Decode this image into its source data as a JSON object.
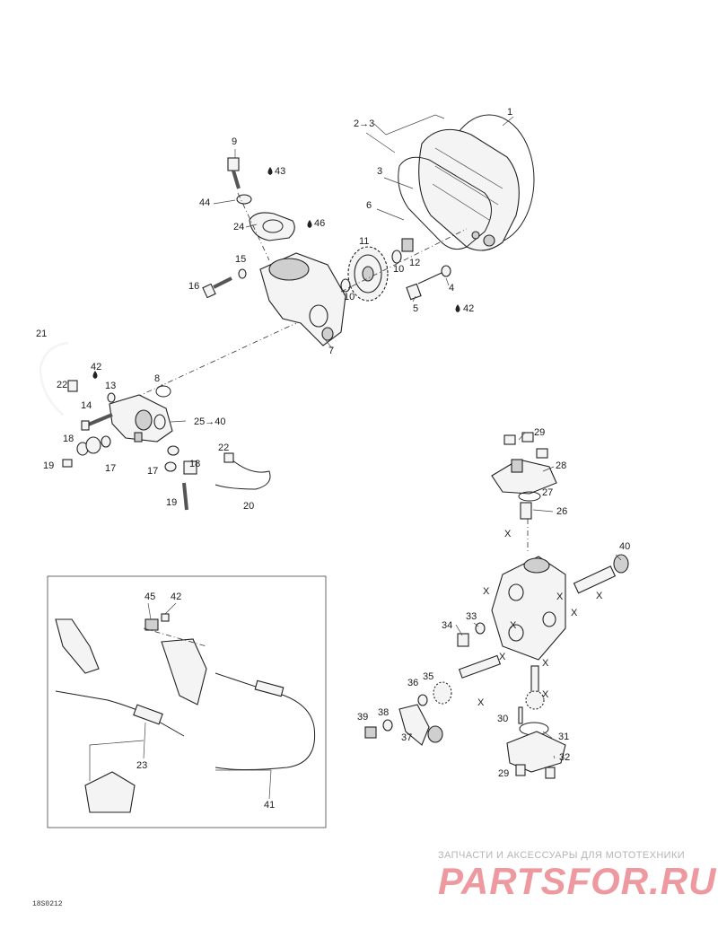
{
  "diagram": {
    "callouts": {
      "c1": "1",
      "c2_3": "2→3",
      "c3": "3",
      "c4": "4",
      "c5": "5",
      "c6": "6",
      "c7": "7",
      "c8": "8",
      "c9": "9",
      "c10a": "10",
      "c10b": "10",
      "c11": "11",
      "c12": "12",
      "c13": "13",
      "c14": "14",
      "c15": "15",
      "c16": "16",
      "c17a": "17",
      "c17b": "17",
      "c18a": "18",
      "c18b": "18",
      "c19a": "19",
      "c19b": "19",
      "c20": "20",
      "c21": "21",
      "c22a": "22",
      "c22b": "22",
      "c23": "23",
      "c24": "24",
      "c25_40": "25→40",
      "c26": "26",
      "c27": "27",
      "c28": "28",
      "c29a": "29",
      "c29b": "29",
      "c30": "30",
      "c31": "31",
      "c32": "32",
      "c33": "33",
      "c34": "34",
      "c35": "35",
      "c36": "36",
      "c37": "37",
      "c38": "38",
      "c39": "39",
      "c40": "40",
      "c41": "41",
      "c42a": "42",
      "c42b": "42",
      "c42c": "42",
      "c43": "43",
      "c44": "44",
      "c45": "45",
      "c46": "46",
      "x1": "X",
      "x2": "X",
      "x3": "X",
      "x4": "X",
      "x5": "X",
      "x6": "X",
      "x7": "X",
      "x8": "X",
      "x9": "X",
      "x10": "X"
    },
    "footer_ref": "18S0212",
    "watermark": {
      "tagline": "ЗАПЧАСТИ И АКСЕССУАРЫ ДЛЯ МОТОТЕХНИКИ",
      "logo": "PARTSFOR.RU"
    }
  }
}
